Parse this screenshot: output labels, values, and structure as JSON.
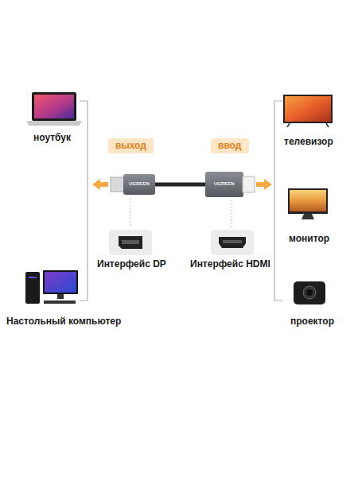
{
  "diagram": {
    "nodes": [
      {
        "text": [
          "выход"
        ]
      },
      {
        "text": [
          "ввод"
        ]
      }
    ],
    "labels": [
      "ноутбук",
      "телевизор",
      "UGREEN",
      "UGREEN",
      "Интерфейс DP",
      "Интерфейс HDMI",
      "монитор",
      "Настольный компьютер",
      "проектор"
    ]
  }
}
